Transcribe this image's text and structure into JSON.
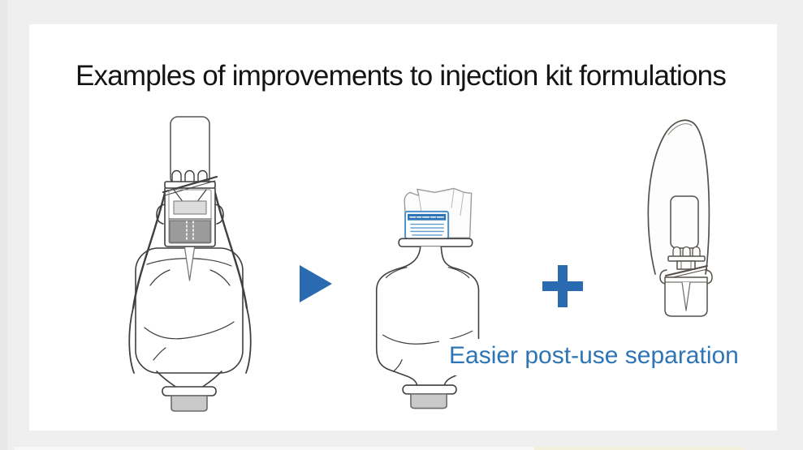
{
  "page": {
    "background_color": "#efefef",
    "card_color": "#ffffff"
  },
  "header": {
    "title": "Examples of improvements to injection kit formulations",
    "title_color": "#141414"
  },
  "diagram": {
    "caption": "Easier post-use separation",
    "caption_color": "#2e75b6",
    "accent_color": "#2a6ab1",
    "icons": {
      "arrow_right_icon": "▶",
      "plus_icon": "＋"
    },
    "illustrations": {
      "before": "combined-injection-kit-vial-attached-to-infusion-bag",
      "after_left": "infusion-bag-with-caution-label",
      "after_right": "vial-unit-in-separate-wrapper"
    },
    "caution_label": {
      "border_color": "#4a8fc7",
      "header_color": "#2e74b8"
    }
  }
}
